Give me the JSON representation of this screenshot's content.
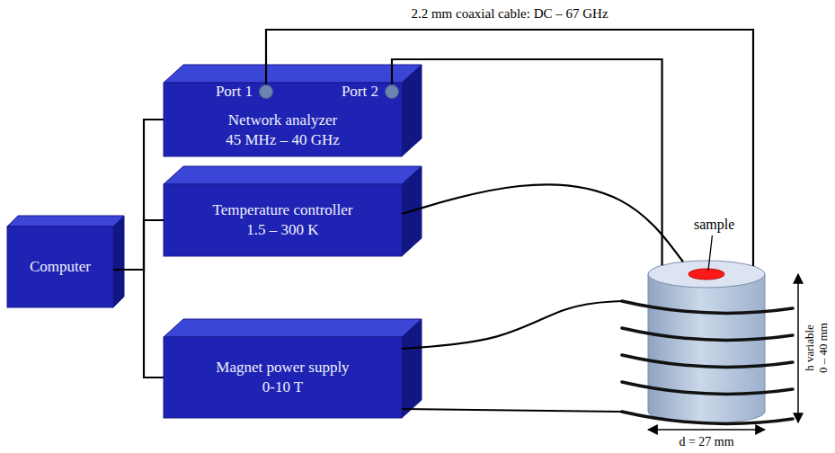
{
  "diagram": {
    "nodes": [
      {
        "text": [
          "Network analyzer",
          "45 MHz – 40 GHz"
        ]
      },
      {
        "text": [
          "Port 1"
        ],
        "in": 0
      },
      {
        "text": [
          "Port 2"
        ],
        "in": 0
      },
      {
        "text": [
          "Computer"
        ]
      },
      {
        "text": [
          "Temperature controller",
          "1.5 – 300 K"
        ]
      },
      {
        "text": [
          "Magnet power supply",
          "0-10 T"
        ]
      },
      {
        "text": [
          "sample"
        ]
      }
    ],
    "edges": [
      {
        "from": 1,
        "to": 6,
        "arrow": "to",
        "label": "2.2 mm coaxial cable: DC – 67 GHz"
      },
      {
        "from": 6,
        "to": 2,
        "arrow": "to"
      },
      {
        "from": 3,
        "to": 0,
        "arrow": "none"
      },
      {
        "from": 3,
        "to": 4,
        "arrow": "none"
      },
      {
        "from": 3,
        "to": 5,
        "arrow": "none"
      },
      {
        "from": 4,
        "to": 6,
        "arrow": "none"
      },
      {
        "from": 5,
        "to": 6,
        "arrow": "none"
      },
      {
        "from": 5,
        "to": 6,
        "arrow": "none"
      }
    ],
    "labels": [
      "d = 27 mm",
      "h variable",
      "0 – 40 mm"
    ]
  }
}
